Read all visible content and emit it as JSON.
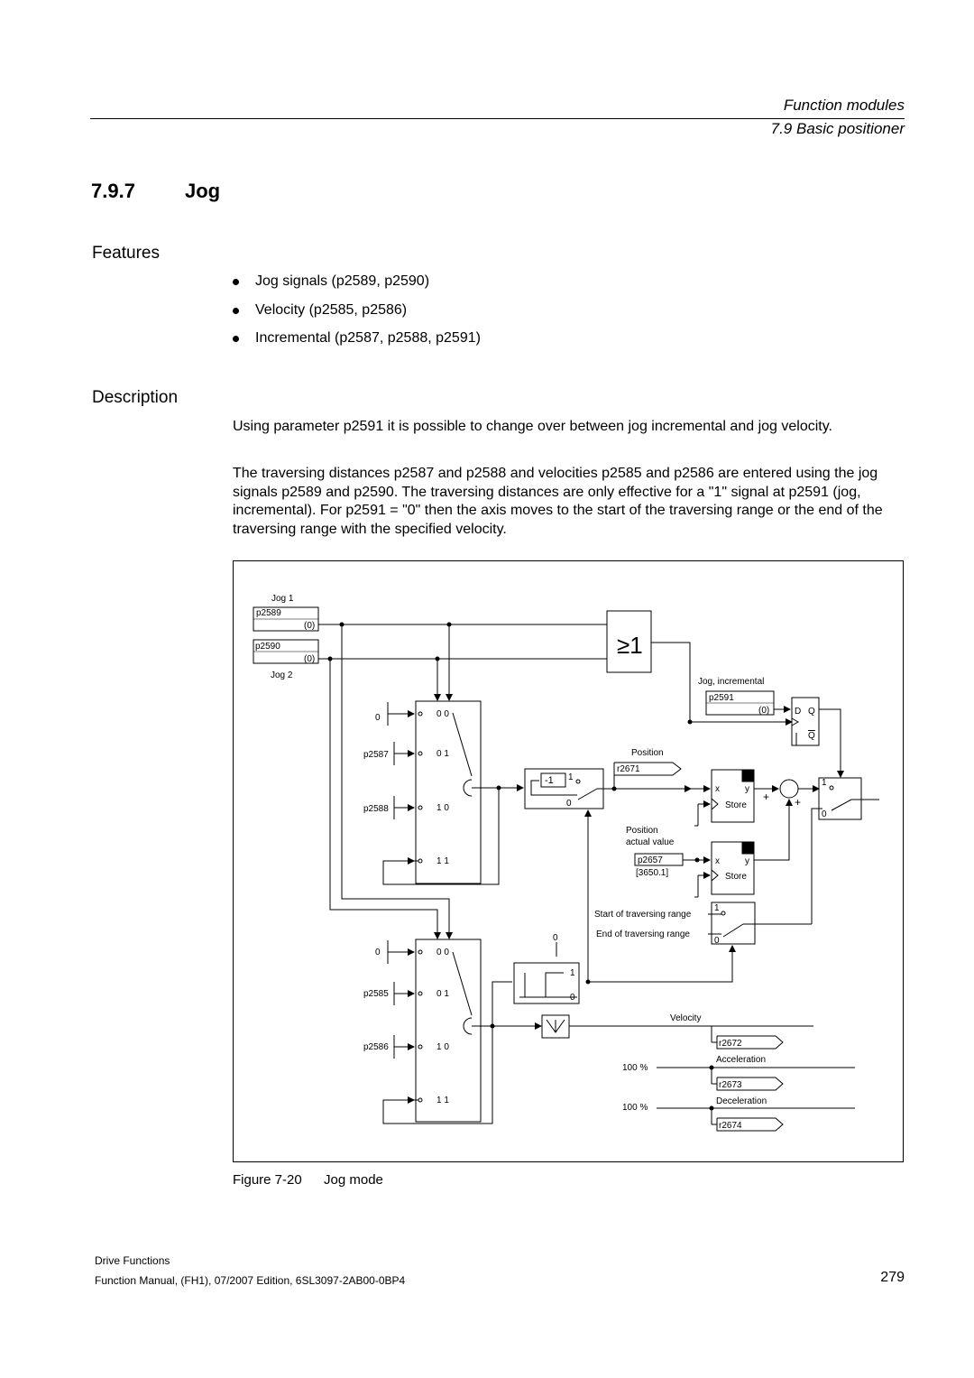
{
  "header": {
    "chapter": "Function modules",
    "section": "7.9 Basic positioner"
  },
  "section": {
    "number": "7.9.7",
    "title": "Jog"
  },
  "features": {
    "heading": "Features",
    "items": [
      "Jog signals (p2589, p2590)",
      "Velocity (p2585, p2586)",
      "Incremental (p2587, p2588, p2591)"
    ]
  },
  "description": {
    "heading": "Description",
    "para1": "Using parameter p2591 it is possible to change over between jog incremental and jog velocity.",
    "para2": "The traversing distances p2587 and p2588 and velocities p2585 and p2586 are entered using the jog signals p2589 and p2590. The traversing distances are only effective for a \"1\" signal at p2591 (jog, incremental). For p2591 = \"0\" then the axis moves to the start of the traversing range or the end of the traversing range with the specified velocity."
  },
  "diagram": {
    "jog1": "Jog 1",
    "jog2": "Jog 2",
    "p2589": "p2589",
    "p2590": "p2590",
    "zero_default": "(0)",
    "or_gate": "≥1",
    "jog_incremental": "Jog, incremental",
    "p2591": "p2591",
    "ff_d": "D",
    "ff_q": "Q",
    "position": "Position",
    "r2671": "r2671",
    "neg_one": "-1",
    "one": "1",
    "zero": "0",
    "x": "x",
    "y": "y",
    "store": "Store",
    "plus": "+",
    "position_actual_1": "Position",
    "position_actual_2": "actual value",
    "p2657": "p2657",
    "p2657_default": "[3650.1]",
    "start_range": "Start of traversing range",
    "end_range": "End of traversing range",
    "p2587": "p2587",
    "p2588": "p2588",
    "p2585": "p2585",
    "p2586": "p2586",
    "sel_00": "0  0",
    "sel_01": "0  1",
    "sel_10": "1  0",
    "sel_11": "1  1",
    "velocity": "Velocity",
    "r2672": "r2672",
    "acceleration": "Acceleration",
    "r2673": "r2673",
    "deceleration": "Deceleration",
    "r2674": "r2674",
    "pct100": "100 %"
  },
  "caption": {
    "label": "Figure 7-20",
    "title": "Jog mode"
  },
  "footer": {
    "line1": "Drive Functions",
    "line2": "Function Manual, (FH1), 07/2007 Edition, 6SL3097-2AB00-0BP4",
    "page": "279"
  }
}
